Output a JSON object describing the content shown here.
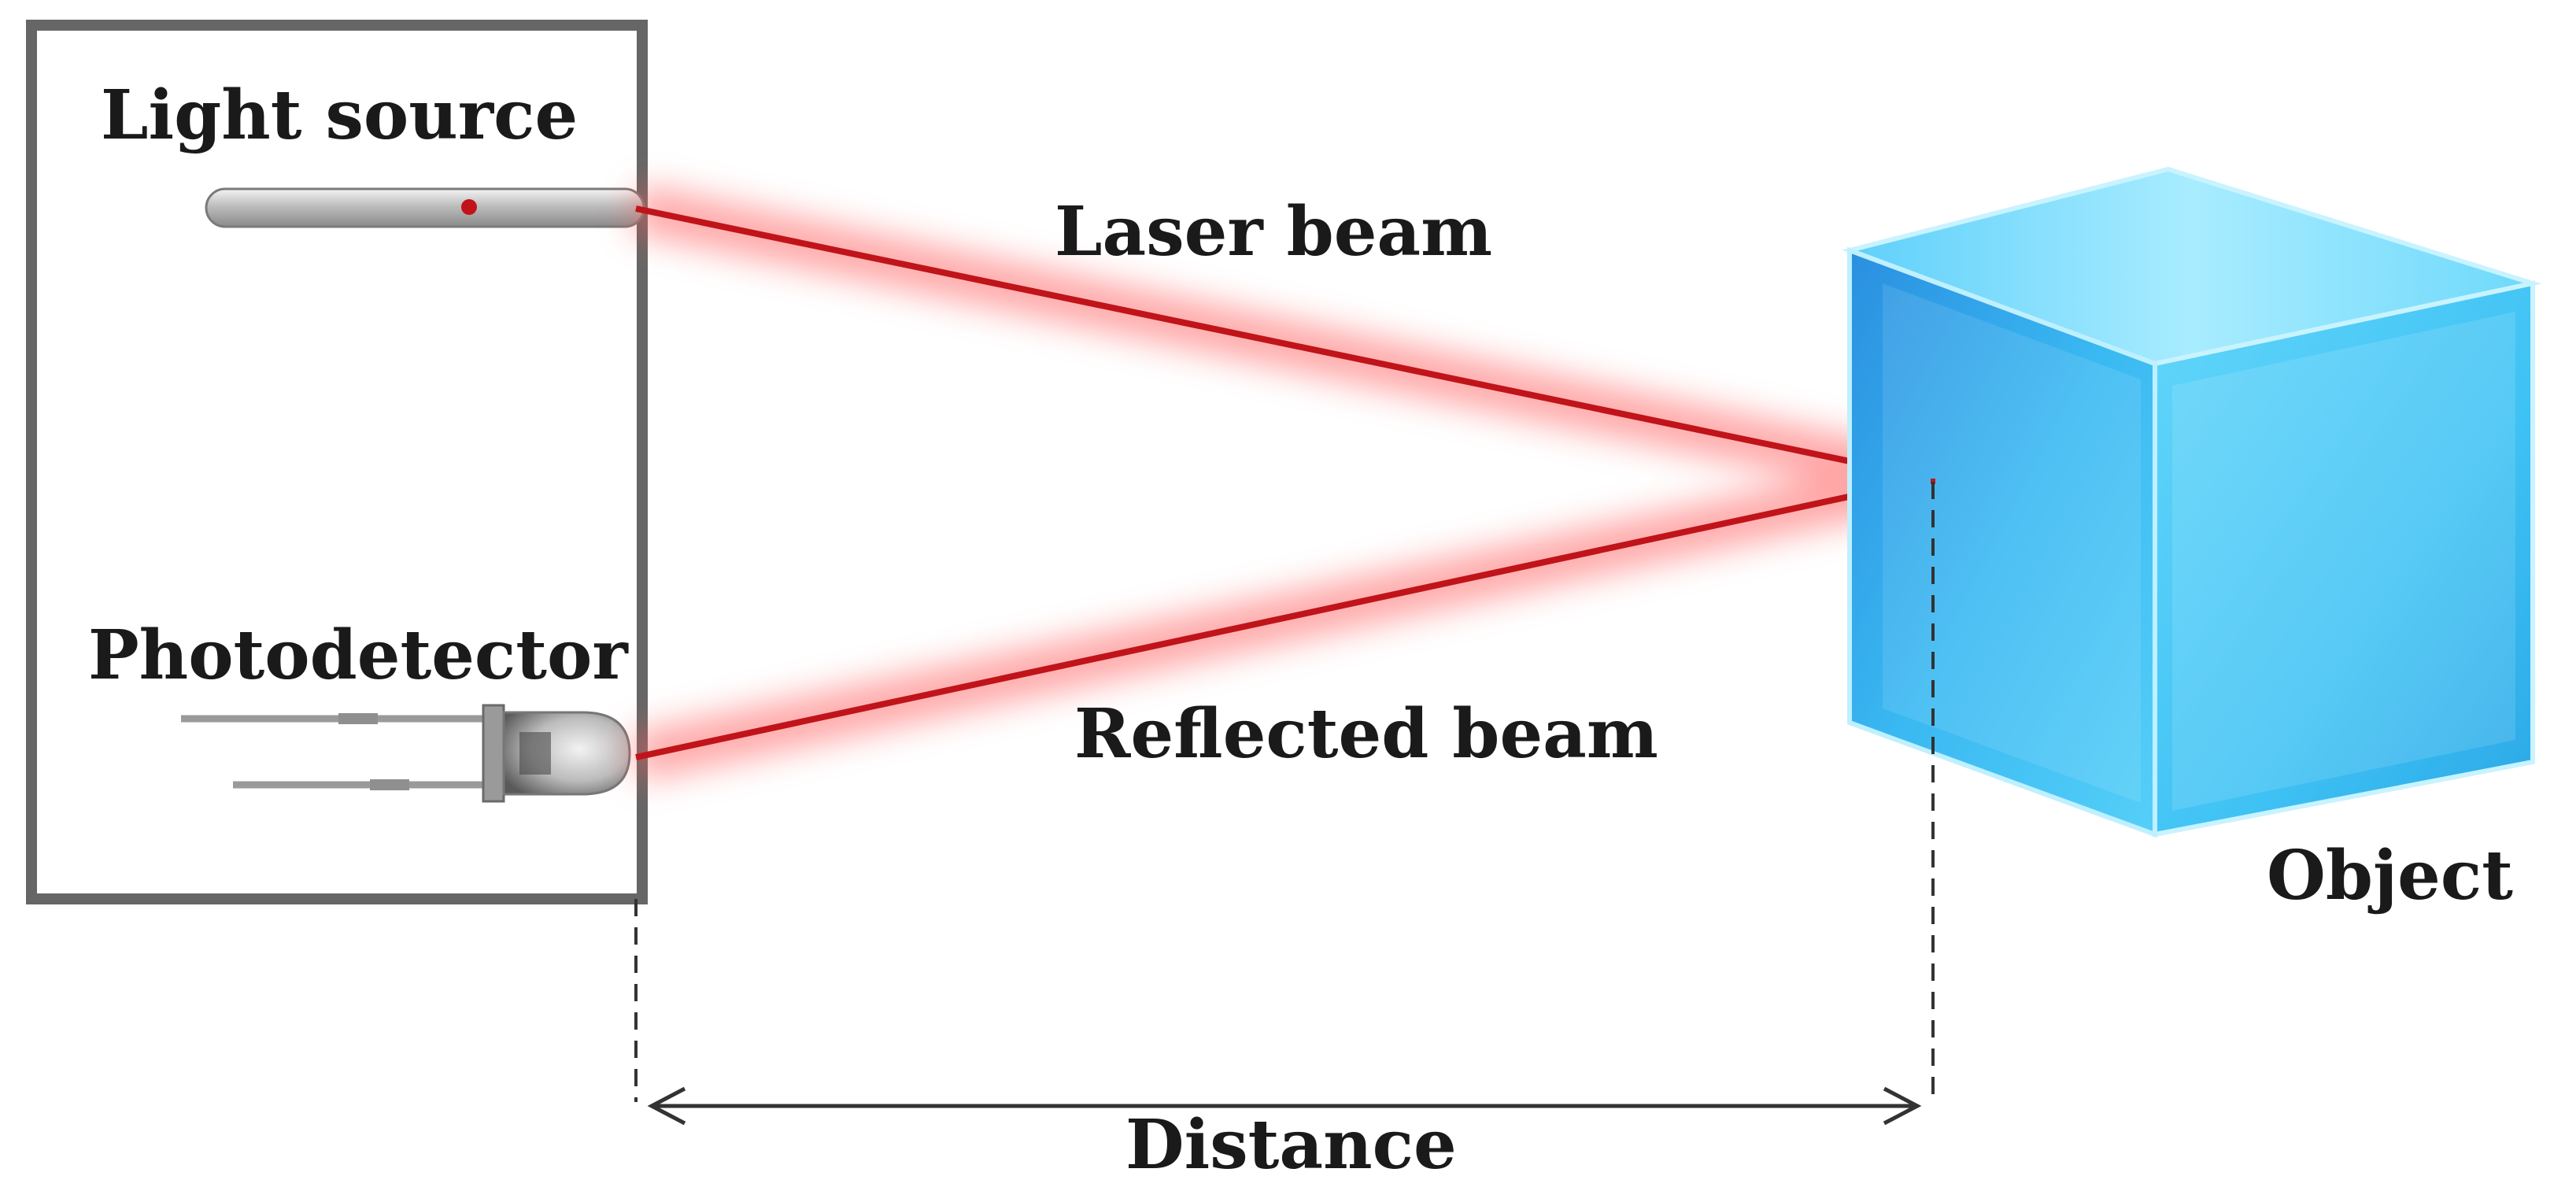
{
  "labels": {
    "light_source": "Light source",
    "photodetector": "Photodetector",
    "laser_beam": "Laser beam",
    "reflected_beam": "Reflected beam",
    "object": "Object",
    "distance": "Distance"
  },
  "colors": {
    "beam": "#c0141a",
    "beam_glow": "#ff5a5a",
    "device_frame": "#666666",
    "cube_face": "#2fb6f0",
    "text": "#1a1a1a"
  }
}
